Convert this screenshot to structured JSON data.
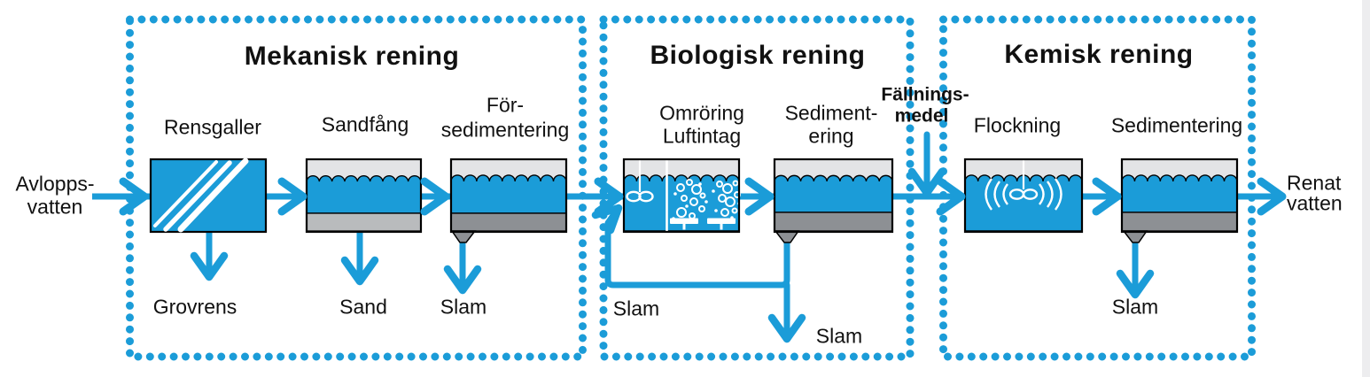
{
  "diagram": {
    "kind": "wastewater-treatment-process",
    "input": {
      "line1": "Avlopps-",
      "line2": "vatten"
    },
    "output": {
      "line1": "Renat",
      "line2": "vatten"
    },
    "dosing": {
      "line1": "Fällnings-",
      "line2": "medel"
    },
    "sections": [
      {
        "title": "Mekanisk rening",
        "units": [
          {
            "label1": "Rensgaller",
            "label2": ""
          },
          {
            "label1": "Sandfång",
            "label2": ""
          },
          {
            "label1": "För-",
            "label2": "sedimentering"
          }
        ],
        "byproducts": [
          "Grovrens",
          "Sand",
          "Slam"
        ]
      },
      {
        "title": "Biologisk rening",
        "units": [
          {
            "label1": "Omröring",
            "label2": "Luftintag"
          },
          {
            "label1": "Sediment-",
            "label2": "ering"
          }
        ],
        "byproducts": [
          "Slam",
          "Slam"
        ]
      },
      {
        "title": "Kemisk rening",
        "units": [
          {
            "label1": "Flockning",
            "label2": ""
          },
          {
            "label1": "Sedimentering",
            "label2": ""
          }
        ],
        "byproducts": [
          "Slam"
        ]
      }
    ],
    "colors": {
      "accent_blue": "#1B9CD8",
      "tank_air_gray": "#E3E4E6",
      "sand_sediment_gray": "#B9BBBD",
      "sludge_sediment_gray": "#8D9094",
      "outline_black": "#000000",
      "right_strip_gray": "#EDEDEF"
    }
  }
}
